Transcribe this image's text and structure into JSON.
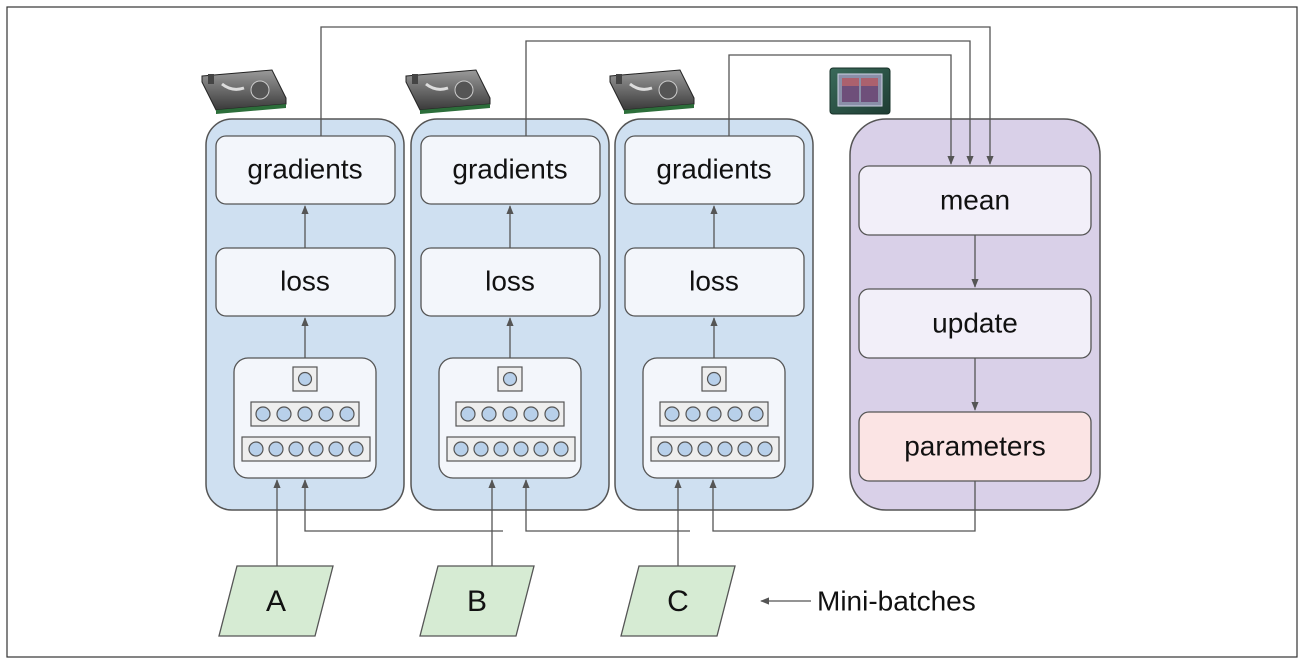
{
  "workers": [
    {
      "gradients": "gradients",
      "loss": "loss",
      "batch": "A"
    },
    {
      "gradients": "gradients",
      "loss": "loss",
      "batch": "B"
    },
    {
      "gradients": "gradients",
      "loss": "loss",
      "batch": "C"
    }
  ],
  "server": {
    "mean": "mean",
    "update": "update",
    "parameters": "parameters"
  },
  "minibatches_label": "Mini-batches",
  "icons": {
    "worker_device": "gpu-card-icon",
    "server_device": "cpu-chip-icon"
  },
  "colors": {
    "worker_bg": "#cfe0f1",
    "server_bg": "#d9d0e8",
    "box_bg": "#f3f6fb",
    "server_box_bg": "#f2eff9",
    "parameters_bg": "#fbe4e4",
    "batch_bg": "#d6ebd3",
    "stroke": "#555555"
  }
}
